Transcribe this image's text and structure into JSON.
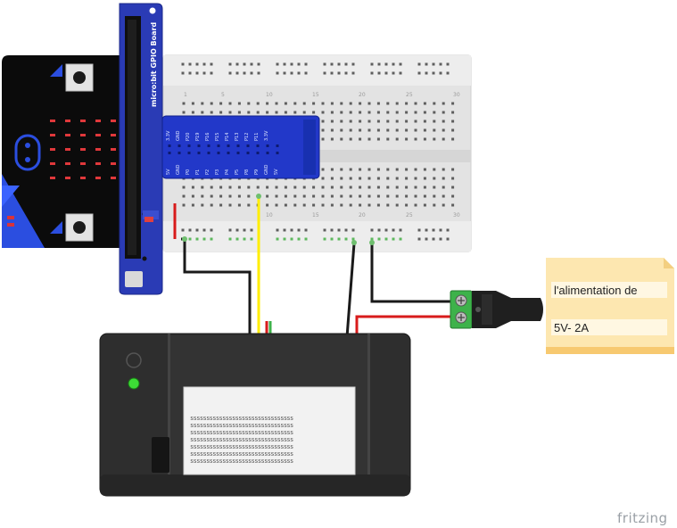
{
  "gpio_board": {
    "label": "micro:bit GPIO Board"
  },
  "gpio_pins_top": [
    "3.3V",
    "GND",
    "P20",
    "P19",
    "P16",
    "P15",
    "P14",
    "P13",
    "P12",
    "P11",
    "3.3V"
  ],
  "gpio_pins_bottom": [
    "5V",
    "GND",
    "P0",
    "P1",
    "P2",
    "P3",
    "P4",
    "P5",
    "P8",
    "P9",
    "GND",
    "5V"
  ],
  "breadboard": {
    "column_numbers": [
      "1",
      "5",
      "10",
      "15",
      "20",
      "25",
      "30"
    ]
  },
  "power_note": {
    "line1": "l'alimentation de",
    "line2": "5V- 2A"
  },
  "printer_paper_rows": [
    "ssssssssssssssssssssssssssssssss",
    "ssssssssssssssssssssssssssssssss",
    "ssssssssssssssssssssssssssssssss",
    "ssssssssssssssssssssssssssssssss",
    "ssssssssssssssssssssssssssssssss",
    "ssssssssssssssssssssssssssssssss",
    "ssssssssssssssssssssssssssssssss"
  ],
  "brand": "fritzing",
  "colors": {
    "microbit": "#0b0b0b",
    "microbit_accent": "#2b4ee0",
    "led": "#e0383b",
    "gpio_board": "#2a3bb5",
    "breadboard": "#e6e6e6",
    "wire_black": "#1a1a1a",
    "wire_red": "#d81b1b",
    "wire_yellow": "#ffee00",
    "terminal_green": "#3db24a",
    "note": "#fde7b0",
    "printer": "#2e2e2e"
  }
}
